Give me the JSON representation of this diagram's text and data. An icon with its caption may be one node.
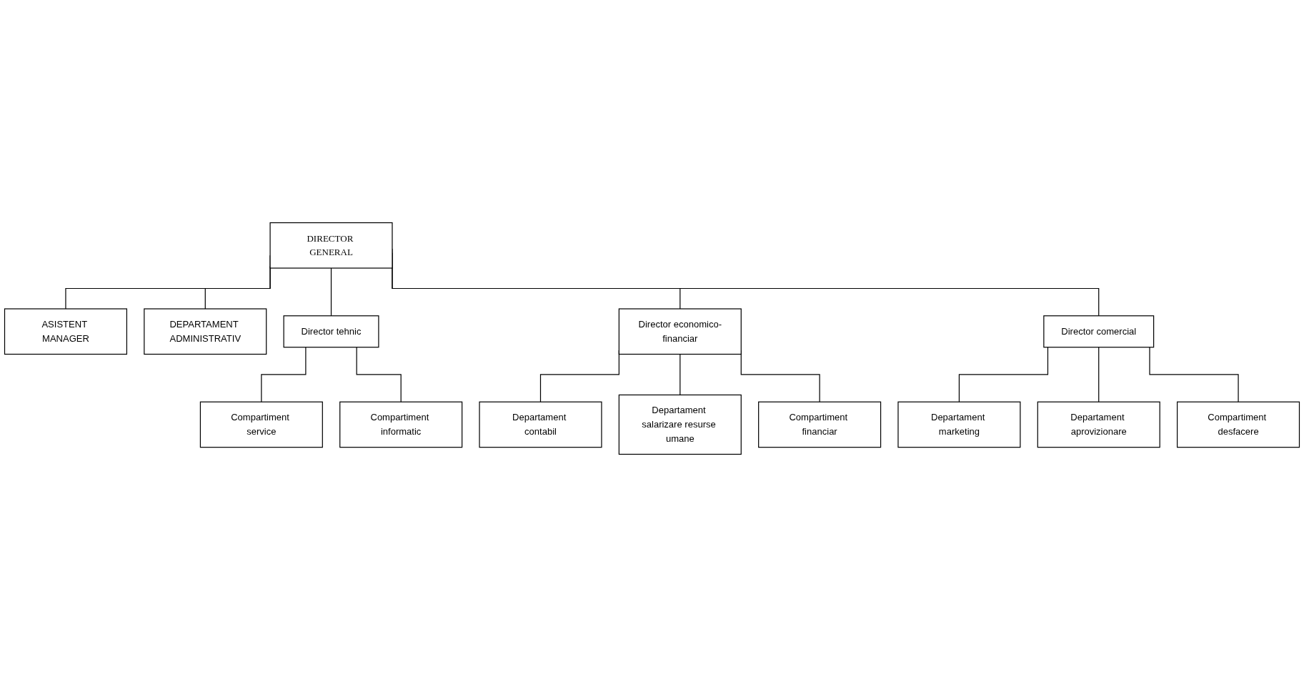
{
  "diagram": {
    "nodes": [
      {
        "text": [
          "DIRECTOR GENERAL"
        ]
      },
      {
        "text": [
          "ASISTENT MANAGER"
        ]
      },
      {
        "text": [
          "DEPARTAMENT ADMINISTRATIV"
        ]
      },
      {
        "text": [
          "Director tehnic"
        ]
      },
      {
        "text": [
          "Director economico-financiar"
        ]
      },
      {
        "text": [
          "Director comercial"
        ]
      },
      {
        "text": [
          "Compartiment service"
        ]
      },
      {
        "text": [
          "Compartiment informatic"
        ]
      },
      {
        "text": [
          "Departament contabil"
        ]
      },
      {
        "text": [
          "Departament salarizare resurse umane"
        ]
      },
      {
        "text": [
          "Compartiment financiar"
        ]
      },
      {
        "text": [
          "Departament marketing"
        ]
      },
      {
        "text": [
          "Departament aprovizionare"
        ]
      },
      {
        "text": [
          "Compartiment desfacere"
        ]
      }
    ],
    "edges": [
      {
        "from": 0,
        "to": 1,
        "arrow": "none"
      },
      {
        "from": 0,
        "to": 2,
        "arrow": "none"
      },
      {
        "from": 0,
        "to": 3,
        "arrow": "none"
      },
      {
        "from": 0,
        "to": 4,
        "arrow": "none"
      },
      {
        "from": 0,
        "to": 5,
        "arrow": "none"
      },
      {
        "from": 3,
        "to": 6,
        "arrow": "none"
      },
      {
        "from": 3,
        "to": 7,
        "arrow": "none"
      },
      {
        "from": 4,
        "to": 8,
        "arrow": "none"
      },
      {
        "from": 4,
        "to": 9,
        "arrow": "none"
      },
      {
        "from": 4,
        "to": 10,
        "arrow": "none"
      },
      {
        "from": 5,
        "to": 11,
        "arrow": "none"
      },
      {
        "from": 5,
        "to": 12,
        "arrow": "none"
      },
      {
        "from": 5,
        "to": 13,
        "arrow": "none"
      }
    ]
  }
}
